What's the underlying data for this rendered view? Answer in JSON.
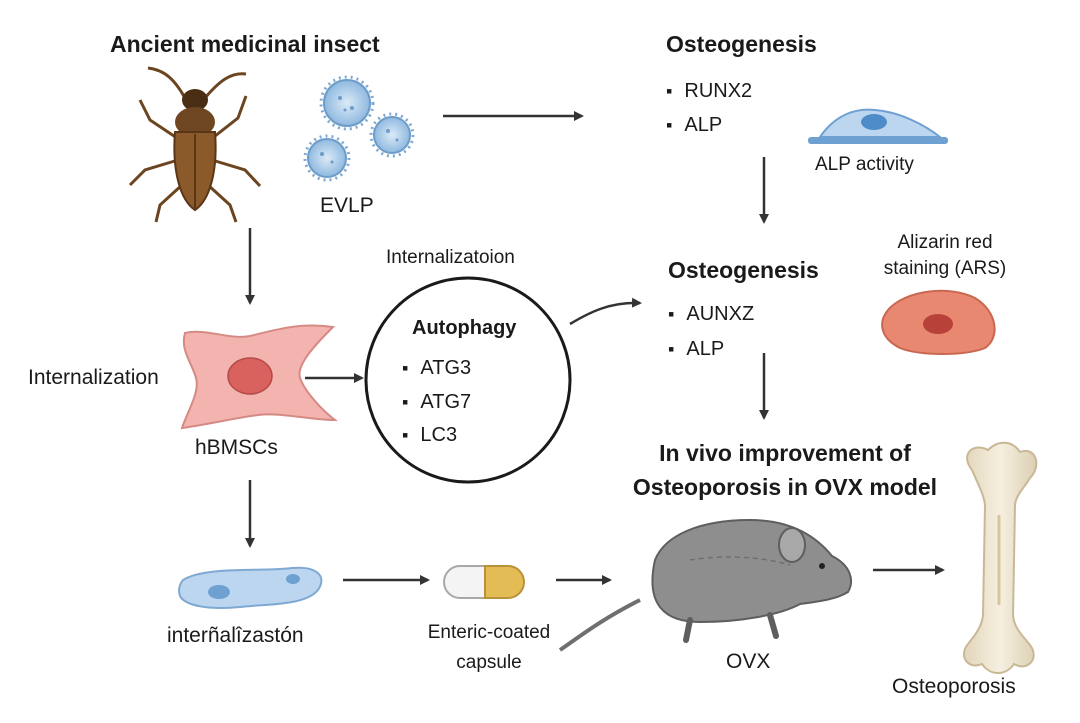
{
  "title_insect": "Ancient medicinal insect",
  "evlp": "EVLP",
  "internalization_top": "Internalizatoion",
  "internalization_left": "Internalization",
  "cell": "hBMSCs",
  "bottom_left": "interñalîzastón",
  "capsule": "Enteric-coated capsule",
  "ovx": "OVX",
  "osteoporosis": "Osteoporosis",
  "autophagy": {
    "title": "Autophagy",
    "items": [
      "ATG3",
      "ATG7",
      "LC3"
    ]
  },
  "osteo_top": {
    "title": "Osteogenesis",
    "items": [
      "RUNX2",
      "ALP"
    ],
    "assay": "ALP activity"
  },
  "osteo_mid": {
    "title": "Osteogenesis",
    "items": [
      "AUNXZ",
      "ALP"
    ],
    "assay_line1": "Alizarin red",
    "assay_line2": "staining (ARS)"
  },
  "invivo_line1": "In vivo improvement of",
  "invivo_line2": "Osteoporosis in OVX model",
  "colors": {
    "arrow": "#333333",
    "insect_body": "#8a5a2b",
    "vesicle": "#9cc3e6",
    "cell_pink": "#f3b3ae",
    "nucleus_pink": "#d9625e",
    "cell_blue": "#bcd6ef",
    "ars_cell": "#e98870",
    "mouse": "#8e8e8e",
    "bone": "#ede3cf",
    "capsule_yellow": "#e3bc55"
  }
}
